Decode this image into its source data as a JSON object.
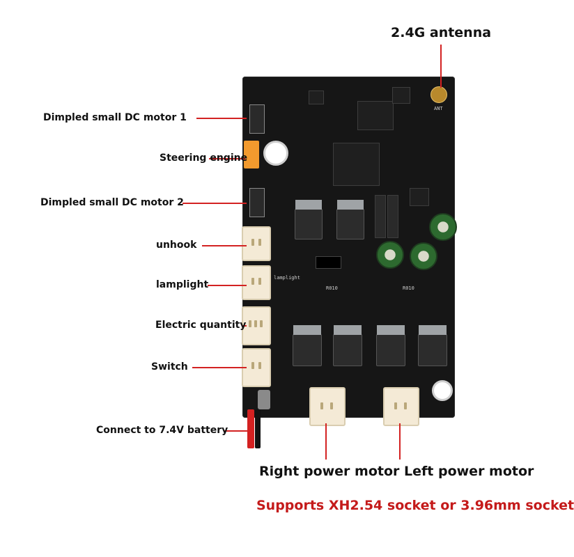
{
  "labels": {
    "antenna": "2.4G antenna",
    "motor1": "Dimpled small DC motor 1",
    "steering": "Steering engine",
    "motor2": "Dimpled small DC motor 2",
    "unhook": "unhook",
    "lamplight": "lamplight",
    "electric": "Electric quantity",
    "switch": "Switch",
    "battery": "Connect to 7.4V battery",
    "motors": "Right power motor Left power motor",
    "support": "Supports XH2.54 socket or 3.96mm socket"
  },
  "colors": {
    "callout": "#d32222",
    "support_text": "#c41a1a",
    "board": "#161616"
  }
}
